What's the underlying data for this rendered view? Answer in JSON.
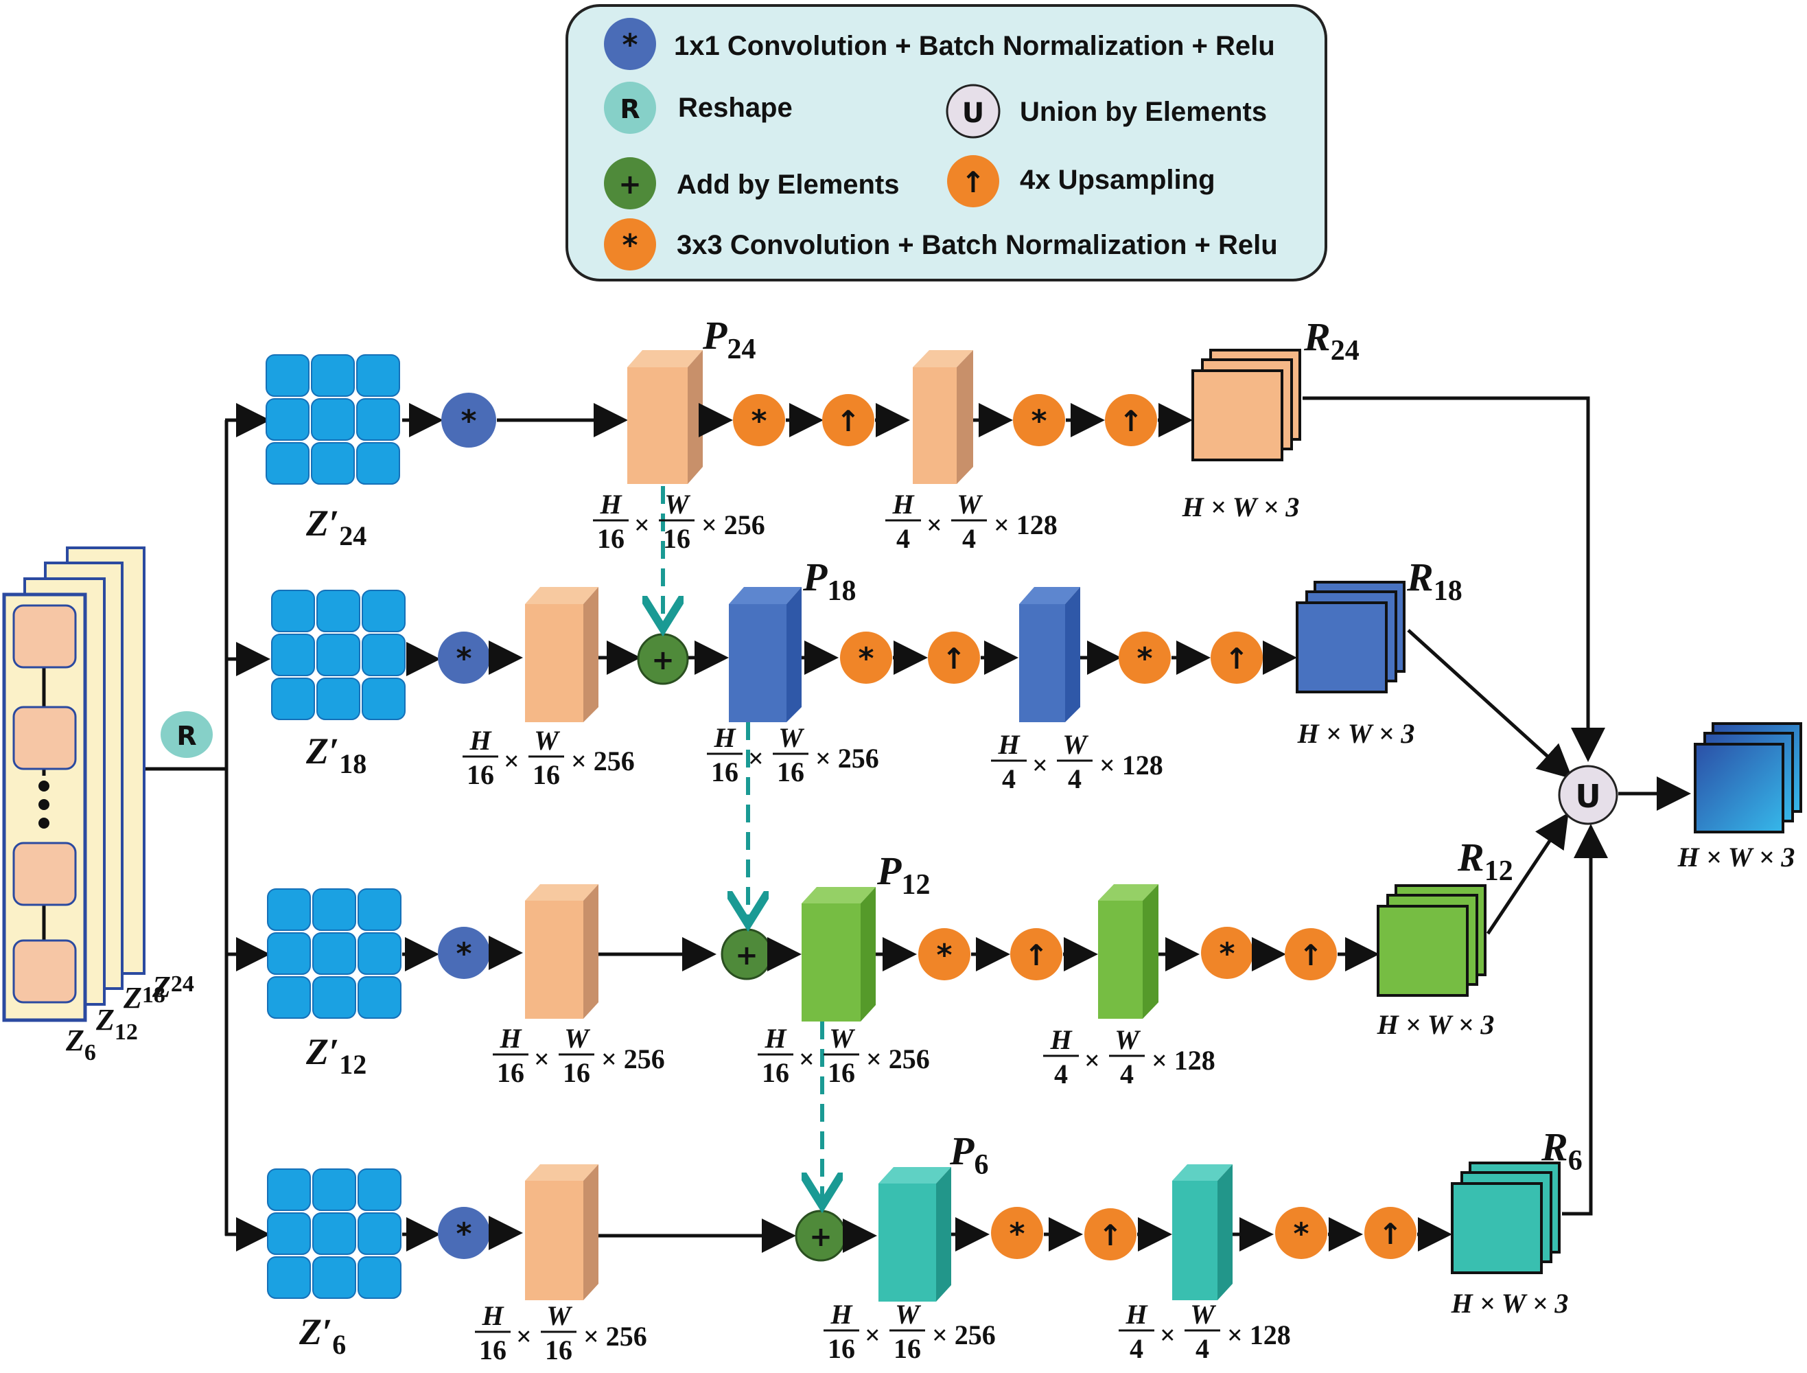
{
  "legend": {
    "conv1x1": {
      "symbol": "*",
      "label": "1x1 Convolution + Batch Normalization + Relu"
    },
    "reshape": {
      "symbol": "R",
      "label": "Reshape"
    },
    "union": {
      "symbol": "U",
      "label": "Union by Elements"
    },
    "add": {
      "symbol": "+",
      "label": "Add by Elements"
    },
    "upsample": {
      "symbol": "↑",
      "label": "4x Upsampling"
    },
    "conv3x3": {
      "symbol": "*",
      "label": "3x3 Convolution + Batch Normalization + Relu"
    }
  },
  "colors": {
    "legend_bg": "#d7eef0",
    "blue_op": "#4a6cb7",
    "teal_op": "#86d0c8",
    "green_op": "#4f8a3a",
    "orange_op": "#f08528",
    "union_op": "#e6dfe9",
    "peach": "#f5b887",
    "blue_block": "#4872c0",
    "green_block": "#76bd43",
    "teal_block": "#39bfb0",
    "grid_blue": "#1ba1e2",
    "dashed": "#1a9a94"
  },
  "input": {
    "labels": [
      {
        "main": "Z",
        "sub": "6"
      },
      {
        "main": "Z",
        "sub": "12"
      },
      {
        "main": "Z",
        "sub": "18"
      },
      {
        "main": "Z",
        "sub": "24"
      }
    ],
    "ellipsis": "⋮"
  },
  "branches": [
    {
      "z_label": {
        "main": "Z′",
        "sub": "24"
      },
      "p_label": {
        "main": "P",
        "sub": "24"
      },
      "r_label": {
        "main": "R",
        "sub": "24"
      },
      "dim_p": {
        "a": "H",
        "b": "16",
        "c": "W",
        "d": "16",
        "e": "× 256"
      },
      "dim_mid": {
        "a": "H",
        "b": "4",
        "c": "W",
        "d": "4",
        "e": "× 128"
      },
      "dim_r": "H × W × 3"
    },
    {
      "z_label": {
        "main": "Z′",
        "sub": "18"
      },
      "p_label": {
        "main": "P",
        "sub": "18"
      },
      "r_label": {
        "main": "R",
        "sub": "18"
      },
      "dim_conv": {
        "a": "H",
        "b": "16",
        "c": "W",
        "d": "16",
        "e": "× 256"
      },
      "dim_p": {
        "a": "H",
        "b": "16",
        "c": "W",
        "d": "16",
        "e": "× 256"
      },
      "dim_mid": {
        "a": "H",
        "b": "4",
        "c": "W",
        "d": "4",
        "e": "× 128"
      },
      "dim_r": "H × W × 3"
    },
    {
      "z_label": {
        "main": "Z′",
        "sub": "12"
      },
      "p_label": {
        "main": "P",
        "sub": "12"
      },
      "r_label": {
        "main": "R",
        "sub": "12"
      },
      "dim_conv": {
        "a": "H",
        "b": "16",
        "c": "W",
        "d": "16",
        "e": "× 256"
      },
      "dim_p": {
        "a": "H",
        "b": "16",
        "c": "W",
        "d": "16",
        "e": "× 256"
      },
      "dim_mid": {
        "a": "H",
        "b": "4",
        "c": "W",
        "d": "4",
        "e": "× 128"
      },
      "dim_r": "H × W × 3"
    },
    {
      "z_label": {
        "main": "Z′",
        "sub": "6"
      },
      "p_label": {
        "main": "P",
        "sub": "6"
      },
      "r_label": {
        "main": "R",
        "sub": "6"
      },
      "dim_conv": {
        "a": "H",
        "b": "16",
        "c": "W",
        "d": "16",
        "e": "× 256"
      },
      "dim_p": {
        "a": "H",
        "b": "16",
        "c": "W",
        "d": "16",
        "e": "× 256"
      },
      "dim_mid": {
        "a": "H",
        "b": "4",
        "c": "W",
        "d": "4",
        "e": "× 128"
      },
      "dim_r": "H × W × 3"
    }
  ],
  "output": {
    "dim": "H × W × 3"
  }
}
